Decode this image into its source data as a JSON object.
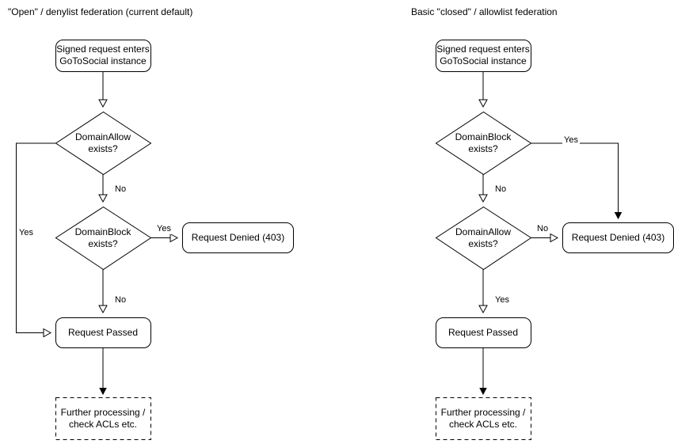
{
  "diagrams": [
    {
      "id": "denylist",
      "title": "\"Open\" / denylist federation (current default)",
      "nodes": {
        "start": {
          "line1": "Signed request enters",
          "line2": "GoToSocial instance",
          "shape": "rounded-rect"
        },
        "decision1": {
          "line1": "DomainAllow",
          "line2": "exists?",
          "shape": "diamond"
        },
        "decision2": {
          "line1": "DomainBlock",
          "line2": "exists?",
          "shape": "diamond"
        },
        "denied": {
          "line1": "Request Denied (403)",
          "shape": "rounded-rect"
        },
        "passed": {
          "line1": "Request Passed",
          "shape": "rounded-rect"
        },
        "further": {
          "line1": "Further processing /",
          "line2": "check ACLs etc.",
          "shape": "dashed-rect"
        }
      },
      "edges": {
        "d1_yes": "Yes",
        "d1_no": "No",
        "d2_yes": "Yes",
        "d2_no": "No"
      }
    },
    {
      "id": "allowlist",
      "title": "Basic \"closed\" / allowlist federation",
      "nodes": {
        "start": {
          "line1": "Signed request enters",
          "line2": "GoToSocial instance",
          "shape": "rounded-rect"
        },
        "decision1": {
          "line1": "DomainBlock",
          "line2": "exists?",
          "shape": "diamond"
        },
        "decision2": {
          "line1": "DomainAllow",
          "line2": "exists?",
          "shape": "diamond"
        },
        "denied": {
          "line1": "Request Denied (403)",
          "shape": "rounded-rect"
        },
        "passed": {
          "line1": "Request Passed",
          "shape": "rounded-rect"
        },
        "further": {
          "line1": "Further processing /",
          "line2": "check ACLs etc.",
          "shape": "dashed-rect"
        }
      },
      "edges": {
        "d1_yes": "Yes",
        "d1_no": "No",
        "d2_no": "No",
        "d2_yes": "Yes"
      }
    }
  ],
  "colors": {
    "stroke": "#000000",
    "fill": "#ffffff",
    "text": "#000000"
  }
}
